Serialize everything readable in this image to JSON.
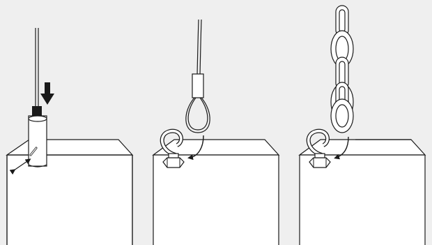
{
  "panels": [
    {
      "id": "gripper",
      "fixture": "cable-gripper-sleeve",
      "action_arrows": [
        "push-down-arrow",
        "release-double-arrow"
      ]
    },
    {
      "id": "wire-loop",
      "fixture": "wire-rope-loop-with-ferrule",
      "action_arrows": [
        "hook-insert-arrow"
      ]
    },
    {
      "id": "chain",
      "fixture": "chain-links",
      "action_arrows": [
        "hook-insert-arrow"
      ]
    }
  ],
  "colors": {
    "background": "#efefef",
    "box_face": "#ffffff",
    "outline": "#1a1a1a",
    "arrow": "#1a1a1a"
  },
  "icons": [
    "push-down-arrow-icon",
    "hook-icon",
    "hex-nut-icon",
    "curved-arrow-icon",
    "double-arrow-icon"
  ]
}
